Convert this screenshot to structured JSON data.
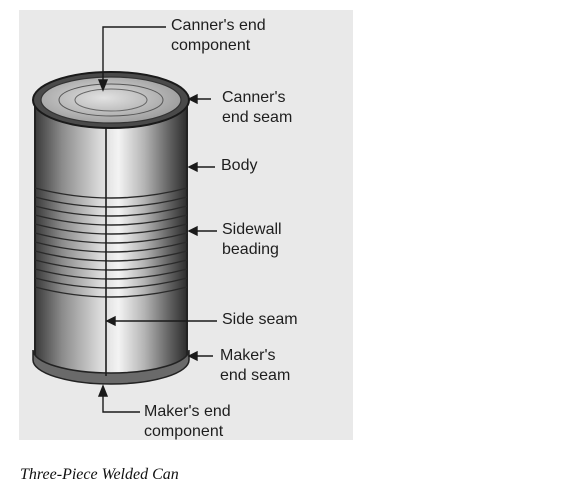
{
  "figure": {
    "labels": {
      "canners_end_component": [
        "Canner's end",
        "component"
      ],
      "canners_end_seam": [
        "Canner's",
        "end seam"
      ],
      "body": "Body",
      "sidewall_beading": [
        "Sidewall",
        "beading"
      ],
      "side_seam": "Side seam",
      "makers_end_seam": [
        "Maker's",
        "end seam"
      ],
      "makers_end_component": [
        "Maker's end",
        "component"
      ]
    },
    "caption": "Three-Piece Welded Can"
  },
  "colors": {
    "panel_bg": "#e9e9e9",
    "ink": "#1e1e1e"
  }
}
